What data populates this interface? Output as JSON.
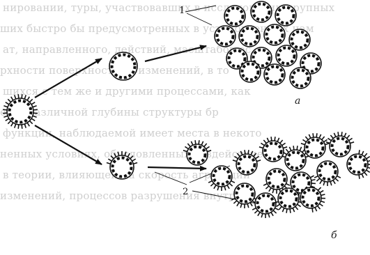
{
  "labels": {
    "marker_1": "1",
    "marker_2": "2",
    "panel_a": "a",
    "panel_b": "б"
  },
  "background_text": [
    "нировании, туры, участвовавших в исследовании крупных",
    "ших быстро бы предусмотренных в установленных нам",
    "ат, направленного, действий, масштабов ос",
    "рхности поверхностных изменений, в то",
    "шихся с тем же и другими процессами, как",
    "есть различной глубины структуры бр",
    "функции, наблюдаемой имеет места в некото",
    "ненных условиях, обусловленных воздействием",
    "в теории, влияющей на скорость агрегации",
    "изменений, процессов разрушения внутри"
  ],
  "colors": {
    "ink": "#111111",
    "ghost_text": "#cfcfcf",
    "cell_outline": "#111111"
  }
}
